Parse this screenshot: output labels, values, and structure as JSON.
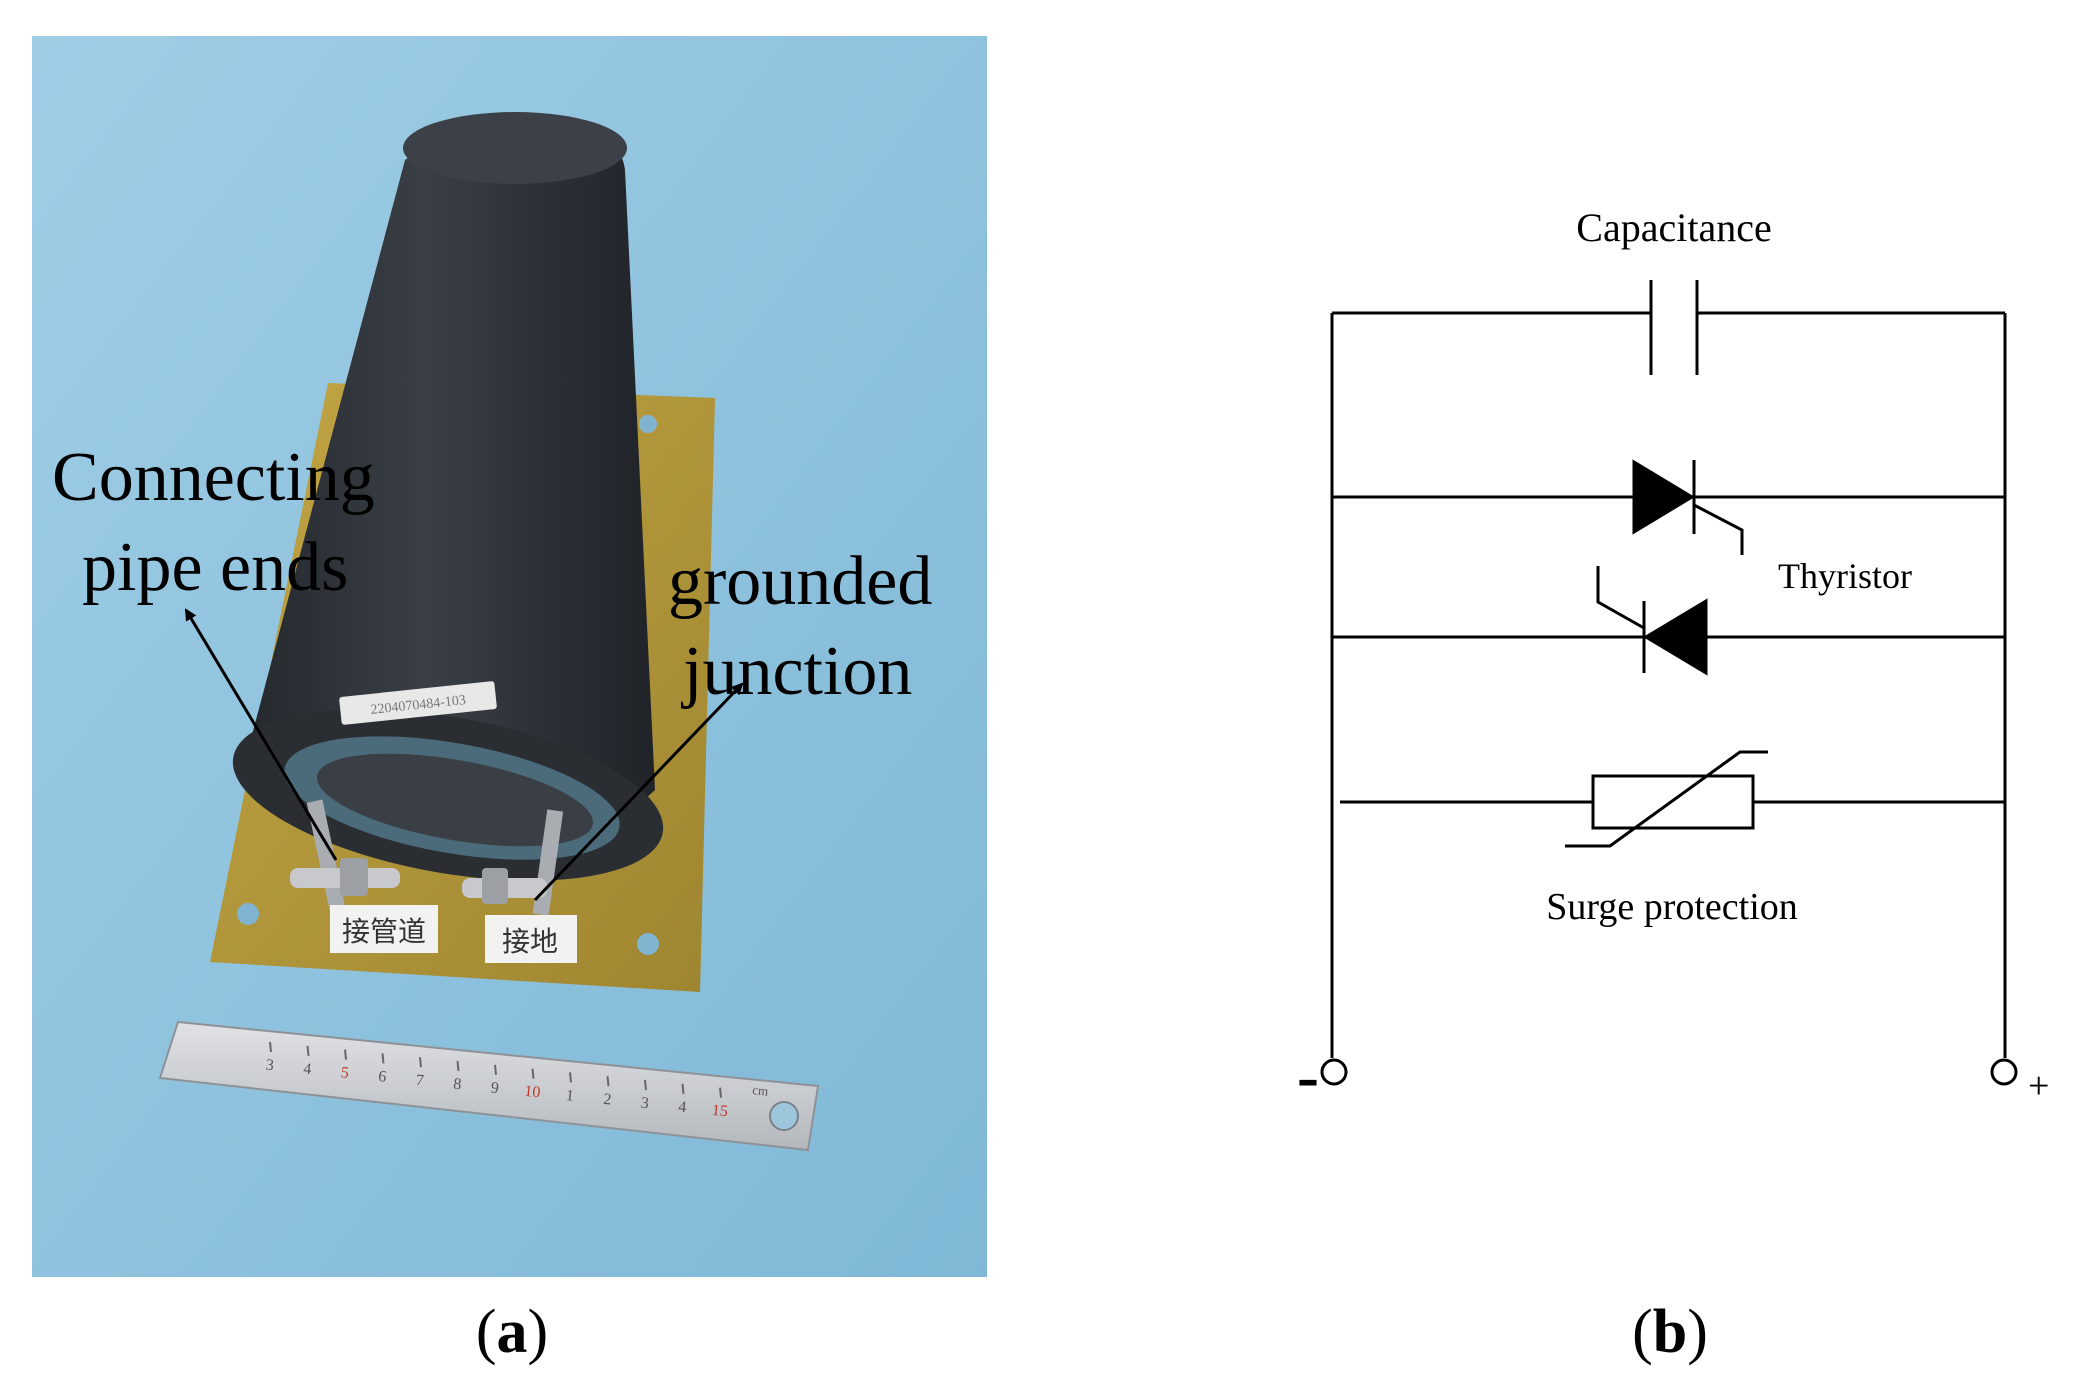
{
  "figure": {
    "panel_a": {
      "caption_letter": "a",
      "labels": {
        "connecting_line1": "Connecting",
        "connecting_line2": "pipe ends",
        "grounded_line1": "grounded",
        "grounded_line2": "junction"
      },
      "device_tag": "2204070484-103",
      "terminal_labels": [
        "接管道",
        "接地"
      ],
      "ruler_ticks": [
        "3",
        "4",
        "5",
        "6",
        "7",
        "8",
        "9",
        "10",
        "1",
        "2",
        "3",
        "4",
        "15"
      ],
      "ruler_unit": "cm",
      "colors": {
        "background": "#8fc3de",
        "cylinder": "#2e3238",
        "plate": "#b49a3a",
        "ruler": "#c9ccd0"
      }
    },
    "panel_b": {
      "caption_letter": "b",
      "labels": {
        "capacitance": "Capacitance",
        "thyristor": "Thyristor",
        "surge": "Surge protection",
        "minus": "-",
        "plus": "+"
      }
    },
    "paren_open": "(",
    "paren_close": ")"
  }
}
